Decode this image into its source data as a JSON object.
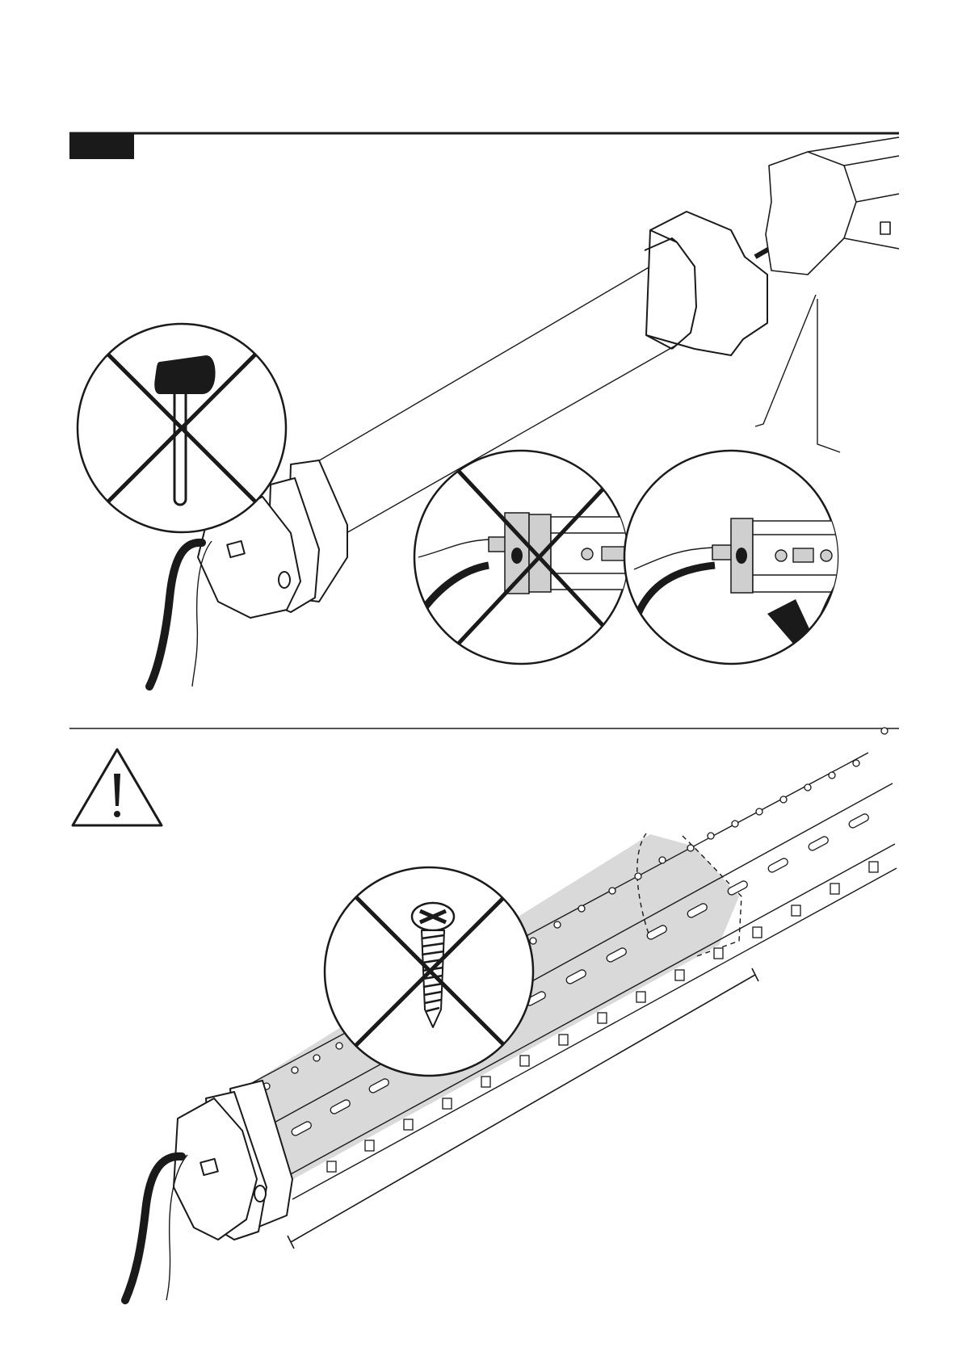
{
  "page": {
    "background": "#ffffff",
    "ink": "#1a1a1a",
    "shade": "#d9d9d9",
    "mid_grey": "#cfcfcf"
  },
  "step_1": {
    "step_badge": "",
    "steps": [
      {
        "action": "insert-motor-into-tube",
        "icon": "arrow-icon"
      },
      {
        "action": "do-not-hammer",
        "icon": "hammer-icon",
        "status": "prohibited"
      },
      {
        "action": "cable-position-wrong",
        "icon": "cable-detail-icon",
        "status": "prohibited"
      },
      {
        "action": "cable-position-correct",
        "icon": "check-mark-icon",
        "status": "allowed"
      }
    ]
  },
  "step_2": {
    "warning_icon": "warning-triangle-icon",
    "steps": [
      {
        "action": "do-not-screw-in-motor-zone",
        "icon": "screw-icon",
        "status": "prohibited"
      },
      {
        "action": "motor-length-zone",
        "icon": "dimension-line-icon"
      }
    ]
  }
}
